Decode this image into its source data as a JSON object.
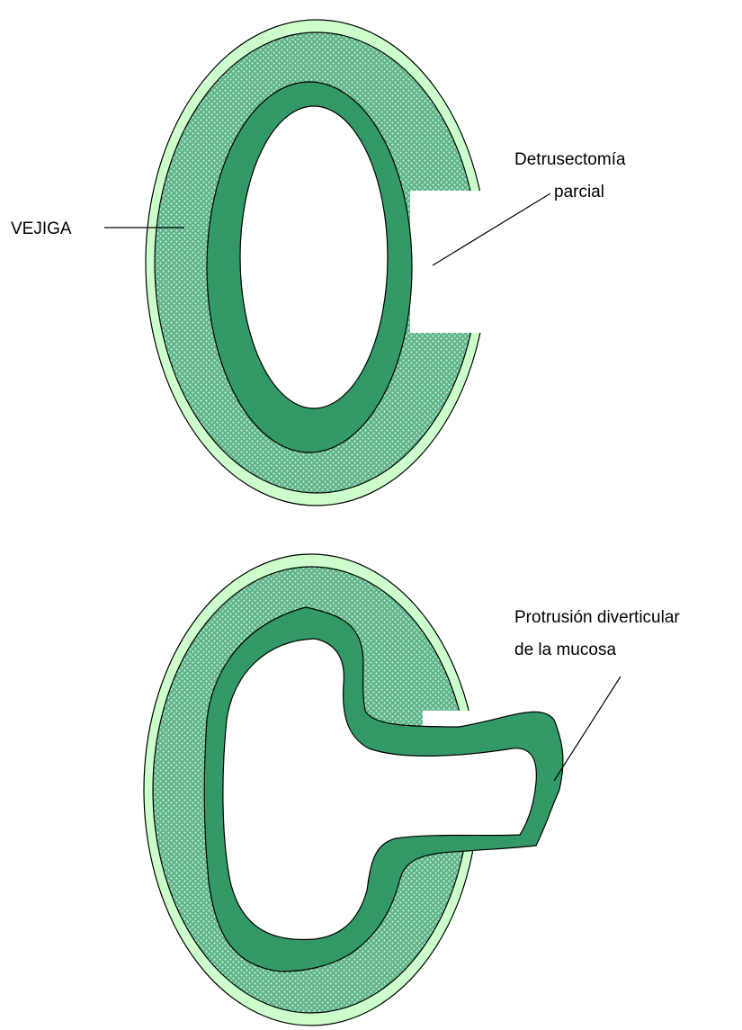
{
  "labels": {
    "bladder": "VEJIGA",
    "detrusectomy_line1": "Detrusectomía",
    "detrusectomy_line2": "parcial",
    "protrusion_line1": "Protrusión diverticular",
    "protrusion_line2": "de la mucosa"
  },
  "colors": {
    "serosa": "#ccffcc",
    "detrusor": "#5fb58a",
    "detrusor_dots": "#c9ebd6",
    "mucosa": "#339966",
    "lumen": "#ffffff",
    "outline": "#000000",
    "text": "#000000"
  }
}
